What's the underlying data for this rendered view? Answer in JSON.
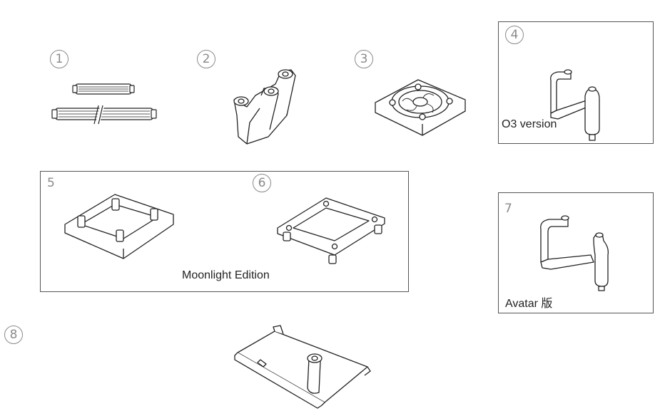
{
  "parts": [
    {
      "id": "part-1",
      "label": "1"
    },
    {
      "id": "part-2",
      "label": "2"
    },
    {
      "id": "part-3",
      "label": "3"
    },
    {
      "id": "part-4",
      "label": "4",
      "caption": "O3 version"
    },
    {
      "id": "part-5",
      "label": "5"
    },
    {
      "id": "part-6",
      "label": "6"
    },
    {
      "id": "part-7",
      "label": "7",
      "caption": "Avatar 版"
    },
    {
      "id": "part-8",
      "label": "8"
    }
  ],
  "group_caption": "Moonlight Edition",
  "colors": {
    "line": "#222222",
    "number": "#8a8a8a",
    "box_border": "#555555"
  }
}
